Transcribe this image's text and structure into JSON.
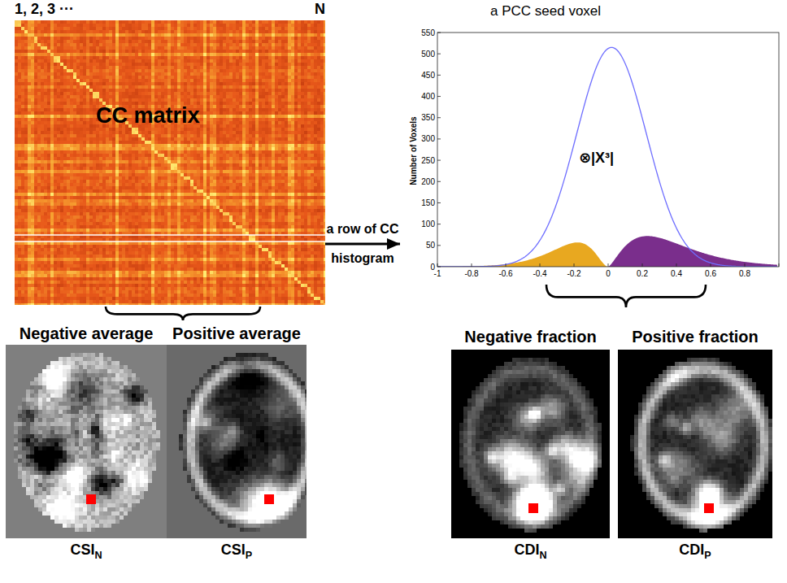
{
  "diagram": {
    "nodes": [
      {
        "text": [
          "1, 2, 3 ···",
          "N",
          "CC matrix"
        ]
      },
      {
        "text": [
          "a PCC seed voxel",
          "⊗|X³|"
        ]
      },
      {
        "text": [
          "Negative average",
          "CSIN"
        ]
      },
      {
        "text": [
          "Positive average",
          "CSIP"
        ]
      },
      {
        "text": [
          "Negative fraction",
          "CDIN"
        ]
      },
      {
        "text": [
          "Positive fraction",
          "CDIP"
        ]
      }
    ],
    "edges": [
      {
        "from": 0,
        "to": 1,
        "arrow": "to",
        "label": "a row of CC histogram"
      }
    ],
    "labels": [
      "Number of Voxels",
      "0",
      "50",
      "100",
      "150",
      "200",
      "250",
      "300",
      "350",
      "400",
      "450",
      "500",
      "550",
      "-1",
      "-0.8",
      "-0.6",
      "-0.4",
      "-0.2",
      "0",
      "0.2",
      "0.4",
      "0.6",
      "0.8"
    ]
  }
}
